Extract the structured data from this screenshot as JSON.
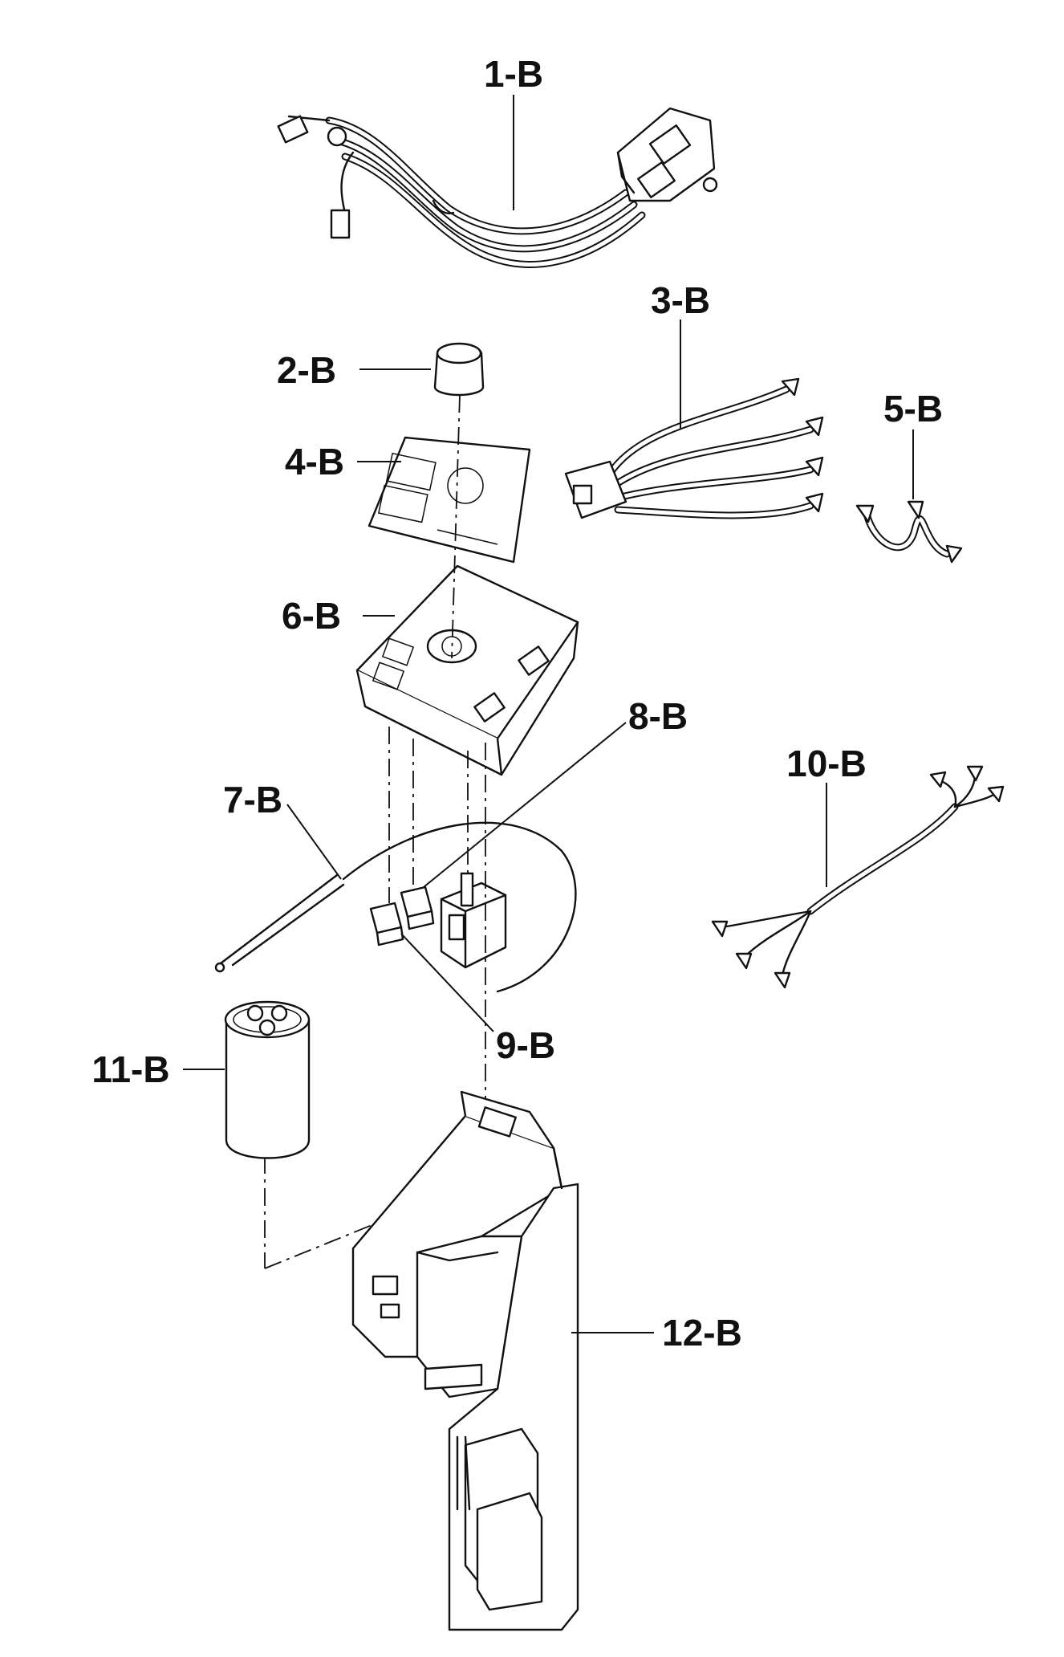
{
  "parts": [
    {
      "id": "1-B"
    },
    {
      "id": "2-B"
    },
    {
      "id": "3-B"
    },
    {
      "id": "4-B"
    },
    {
      "id": "5-B"
    },
    {
      "id": "6-B"
    },
    {
      "id": "7-B"
    },
    {
      "id": "8-B"
    },
    {
      "id": "9-B"
    },
    {
      "id": "10-B"
    },
    {
      "id": "11-B"
    },
    {
      "id": "12-B"
    }
  ]
}
